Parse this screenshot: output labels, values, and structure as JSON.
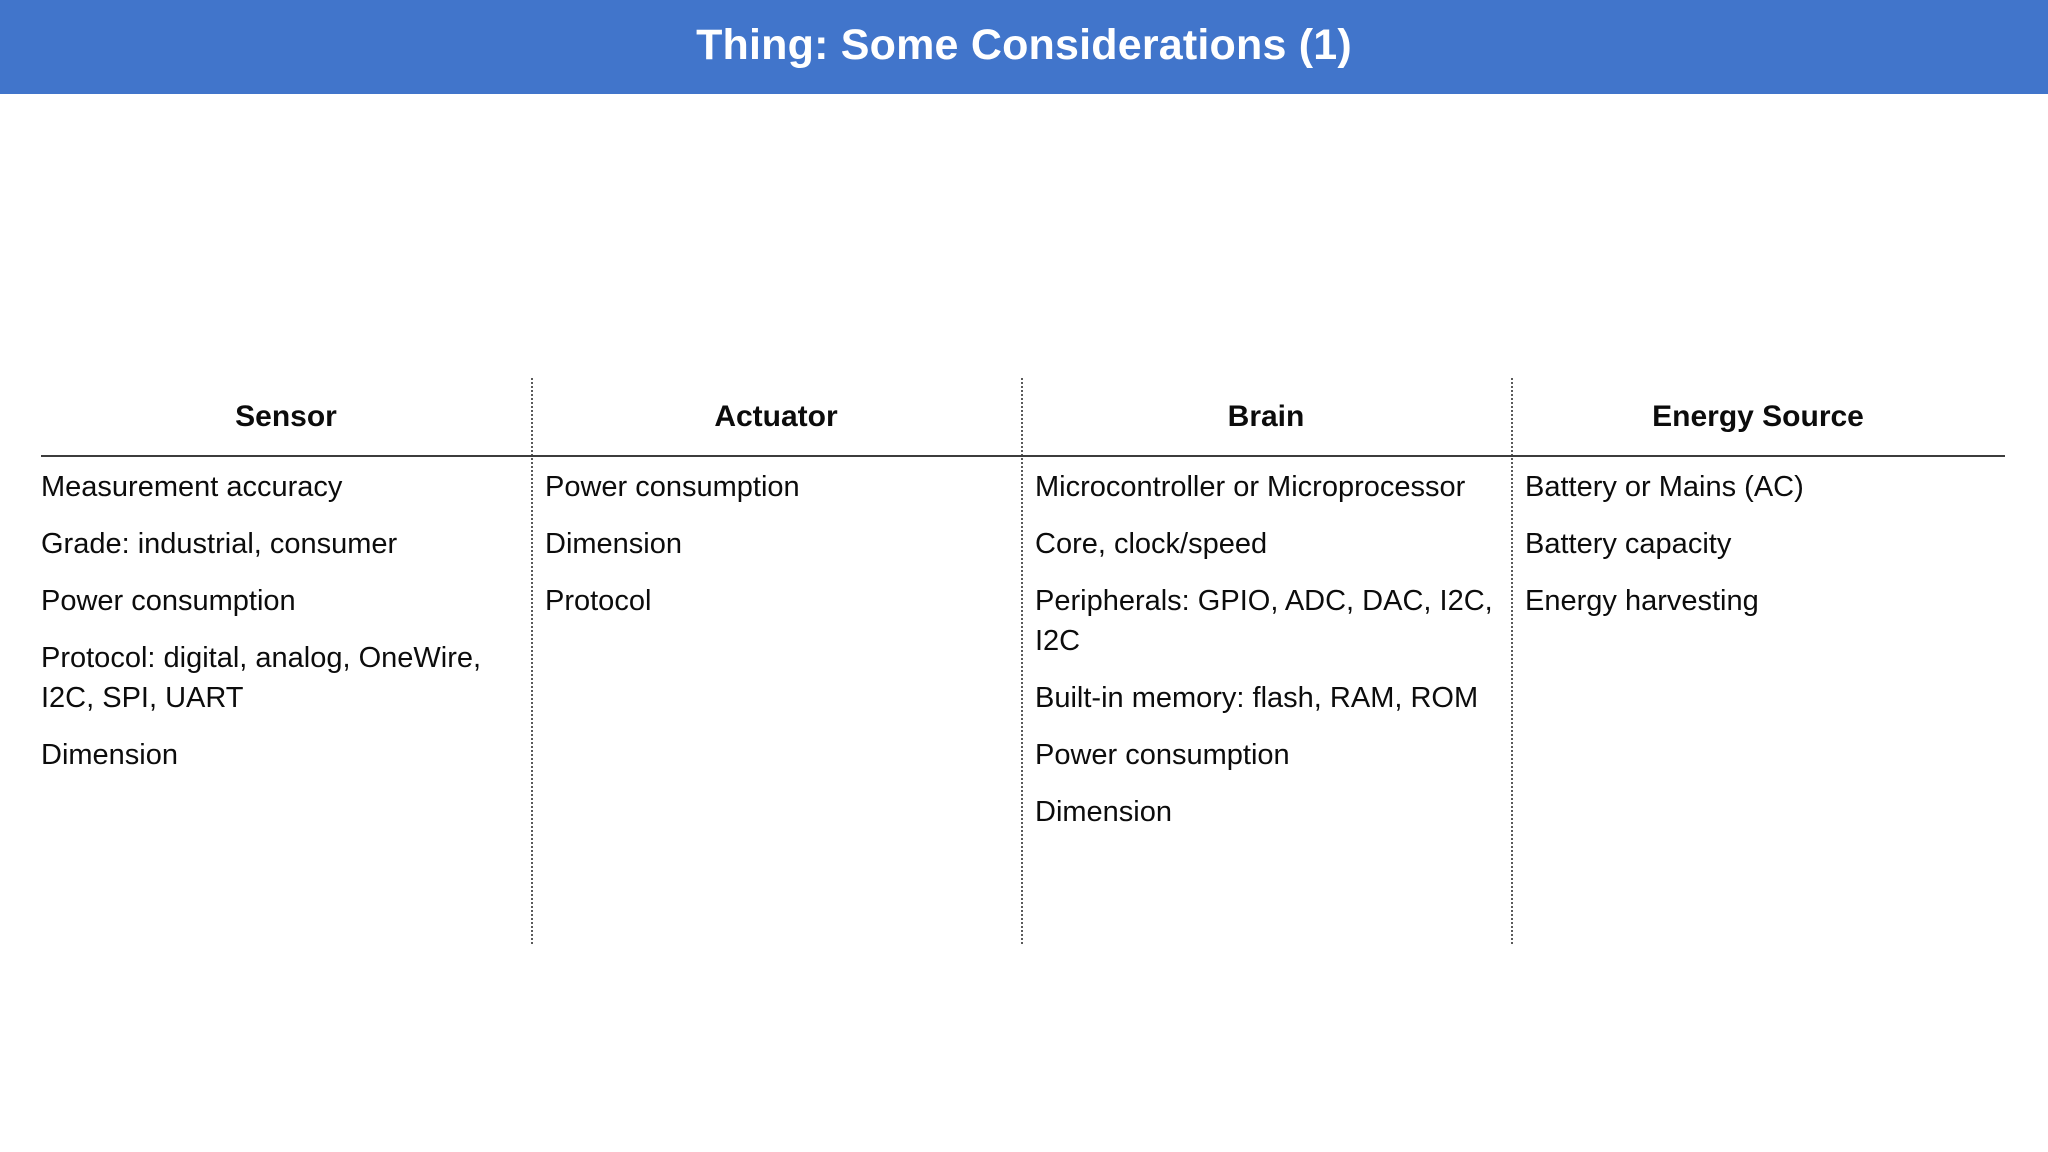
{
  "slide": {
    "title": "Thing: Some Considerations (1)",
    "banner_color": "#4175CB",
    "banner_text_color": "#FFFFFF",
    "background_color": "#FFFFFF",
    "text_color": "#0C0C0C",
    "divider_color": "#5A5A5A",
    "rule_color": "#3C3C3C"
  },
  "table": {
    "columns": [
      {
        "header": "Sensor",
        "items": [
          "Measurement accuracy",
          "Grade: industrial, consumer",
          "Power consumption",
          "Protocol: digital, analog, OneWire, I2C, SPI, UART",
          "Dimension"
        ]
      },
      {
        "header": "Actuator",
        "items": [
          "Power consumption",
          "Dimension",
          "Protocol"
        ]
      },
      {
        "header": "Brain",
        "items": [
          "Microcontroller or Microprocessor",
          "Core, clock/speed",
          "Peripherals: GPIO, ADC, DAC, I2C, I2C",
          "Built-in memory: flash, RAM, ROM",
          "Power consumption",
          "Dimension"
        ]
      },
      {
        "header": "Energy Source",
        "items": [
          "Battery or Mains (AC)",
          "Battery capacity",
          "Energy harvesting"
        ]
      }
    ]
  }
}
